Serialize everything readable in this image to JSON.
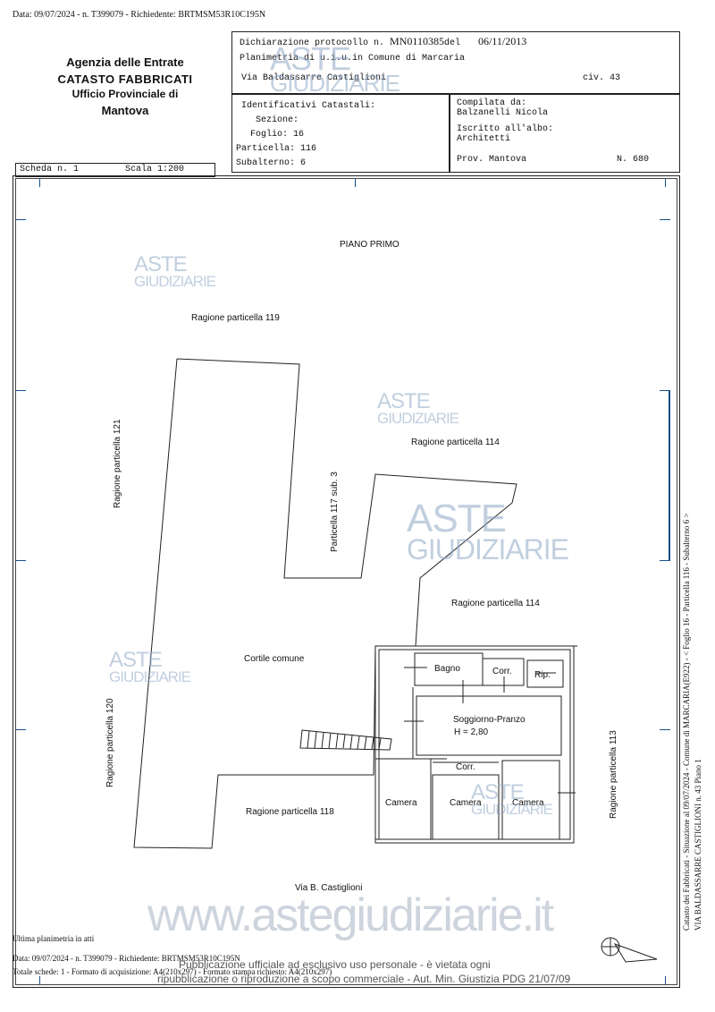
{
  "header_top": "Data: 09/07/2024 - n. T399079 - Richiedente: BRTMSM53R10C195N",
  "office": {
    "agency": "Agenzia delle Entrate",
    "catasto": "CATASTO FABBRICATI",
    "ufficio": "Ufficio Provinciale di",
    "city": "Mantova"
  },
  "scheda": {
    "label": "Scheda n. 1",
    "scale": "Scala 1:200"
  },
  "declaration": {
    "line1_prefix": "Dichiarazione protocollo n.",
    "protocol": "MN0110385",
    "del": "del",
    "date": "06/11/2013",
    "line2": "Planimetria di u.i.u.in Comune di Marcaria",
    "street": "Via Baldassarre Castiglioni",
    "civ": "civ. 43"
  },
  "identifiers": {
    "title": "Identificativi Catastali:",
    "sezione": "Sezione:",
    "foglio": "Foglio: 16",
    "particella": "Particella: 116",
    "subalterno": "Subalterno: 6"
  },
  "compiler": {
    "compilata": "Compilata da:",
    "name": "Balzanelli Nicola",
    "iscritto": "Iscritto all'albo:",
    "albo": "Architetti",
    "prov": "Prov. Mantova",
    "num": "N. 680"
  },
  "plan": {
    "piano": "PIANO PRIMO",
    "r119": "Ragione particella 119",
    "r121": "Ragione particella 121",
    "r114a": "Ragione particella 114",
    "p117": "Particella 117 sub. 3",
    "r114b": "Ragione particella 114",
    "cortile": "Cortile comune",
    "r120": "Ragione particella 120",
    "r113": "Ragione particella 113",
    "r118": "Ragione particella 118",
    "via": "Via B. Castiglioni",
    "rooms": {
      "bagno": "Bagno",
      "corr1": "Corr.",
      "rip": "Rip.",
      "soggiorno": "Soggiorno-Pranzo",
      "height": "H = 2,80",
      "corr2": "Corr.",
      "camera1": "Camera",
      "camera2": "Camera",
      "camera3": "Camera"
    }
  },
  "side_text": {
    "line1": "Catasto dei Fabbricati - Situazione al 09/07/2024 - Comune di MARCARIA(E922) - < Foglio 16 - Particella 116 - Subalterno 6 >",
    "line2": "VIA BALDASSARRE CASTIGLIONI n. 43 Piano 1"
  },
  "watermark": {
    "aste": "ASTE",
    "giudiziarie": "GIUDIZIARIE",
    "site": "www.astegiudiziarie.it"
  },
  "footer": {
    "ultima": "Ultima planimetria in atti",
    "data": "Data: 09/07/2024 - n. T399079 - Richiedente: BRTMSM53R10C195N",
    "totale": "Totale schede: 1 - Formato di acquisizione: A4(210x297) - Formato stampa richiesto: A4(210x297)",
    "pub1": "Pubblicazione ufficiale ad esclusivo uso personale - è vietata ogni",
    "pub2": "ripubblicazione o riproduzione a scopo commerciale - Aut. Min. Giustizia PDG 21/07/09"
  },
  "colors": {
    "watermark": "#8fa8c6",
    "frame_accent": "#1a4f8a"
  }
}
